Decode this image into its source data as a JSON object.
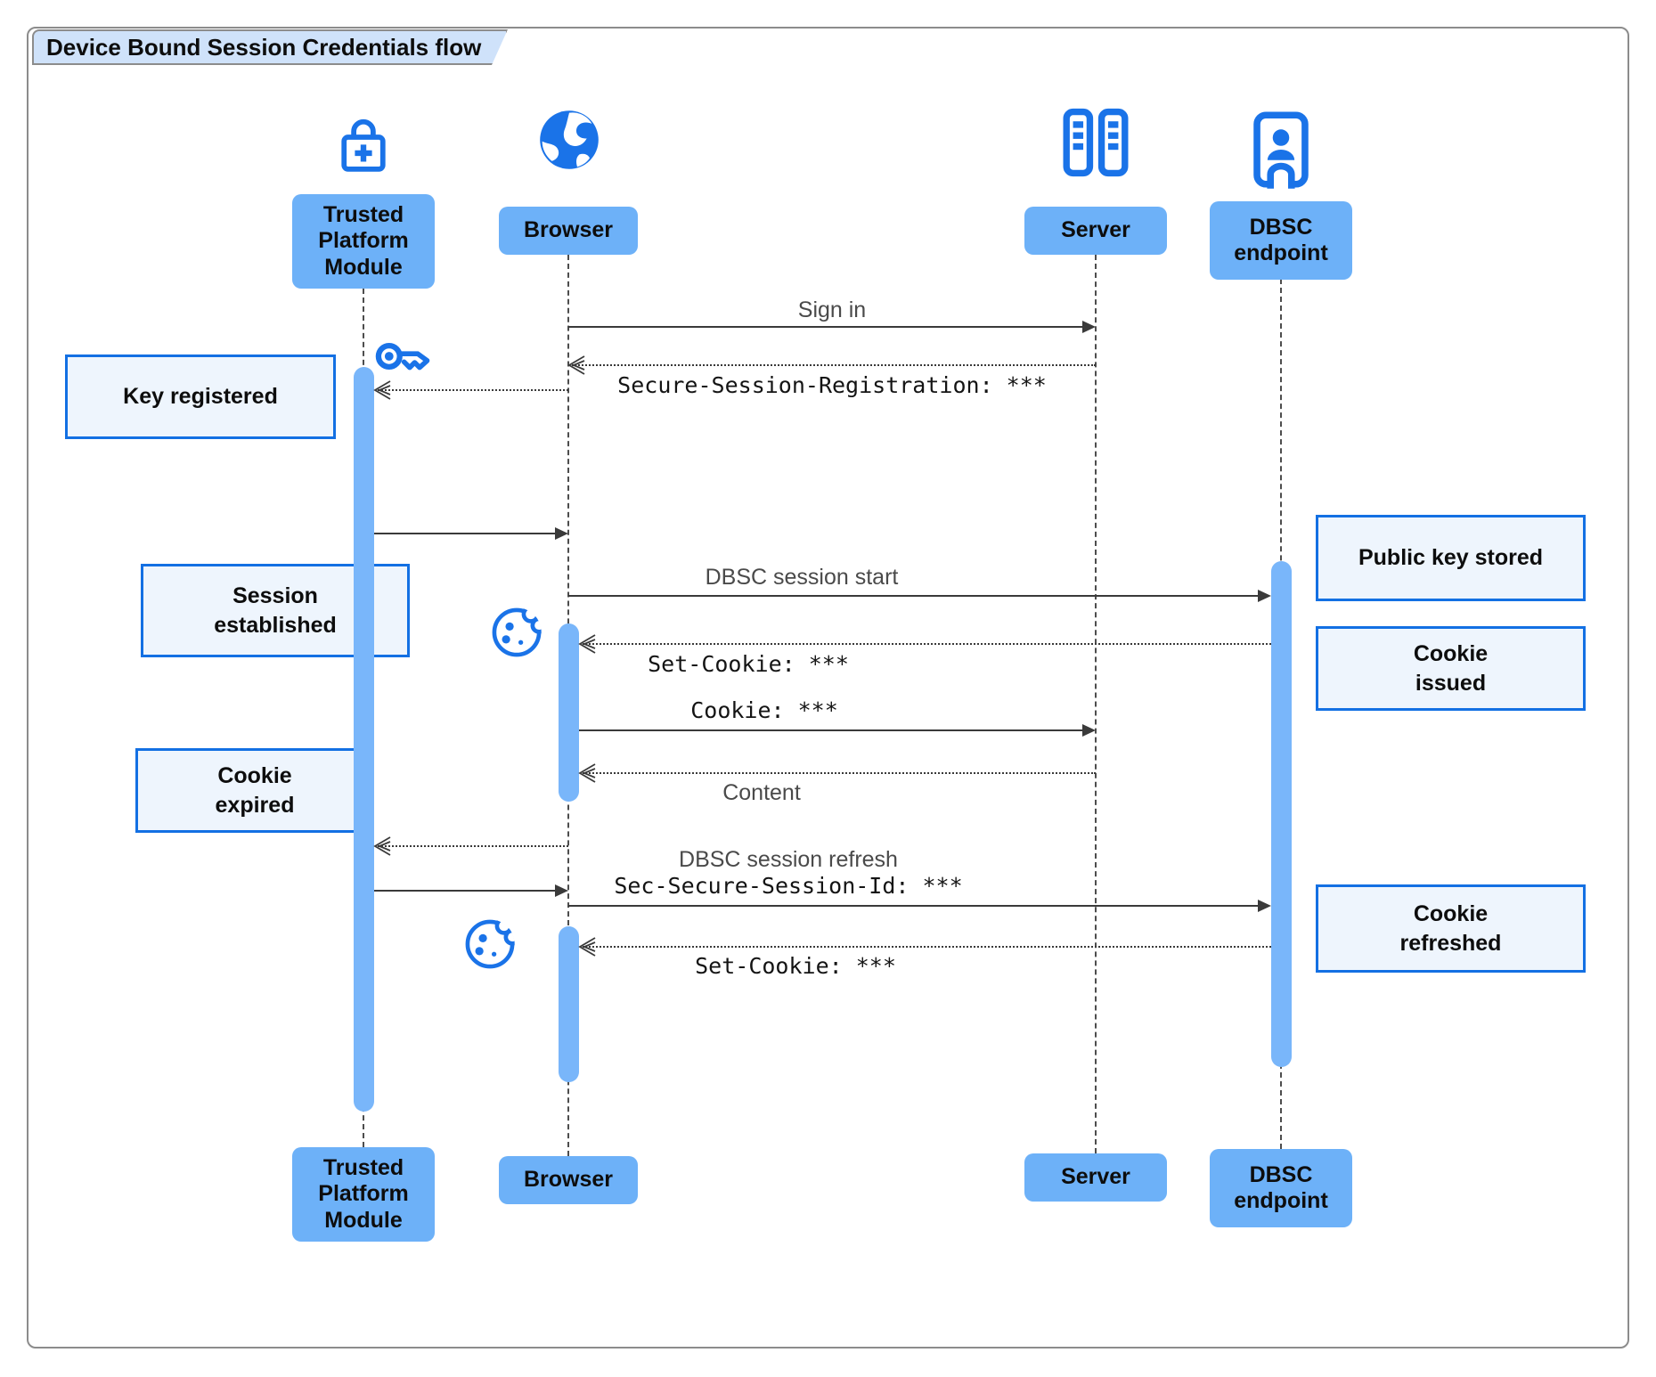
{
  "title": "Device Bound Session Credentials flow",
  "actors": [
    {
      "id": "tpm",
      "label": "Trusted\nPlatform\nModule",
      "icon": "lock-plus-icon"
    },
    {
      "id": "browser",
      "label": "Browser",
      "icon": "globe-icon"
    },
    {
      "id": "server",
      "label": "Server",
      "icon": "server-rack-icon"
    },
    {
      "id": "dbsc",
      "label": "DBSC\nendpoint",
      "icon": "endpoint-door-icon"
    }
  ],
  "messages": [
    {
      "id": "sign-in",
      "label": "Sign in",
      "from": "Browser",
      "to": "Server",
      "line": "solid",
      "font": "sans"
    },
    {
      "id": "secure-session-registration",
      "label": "Secure-Session-Registration: ***",
      "from": "Server",
      "to": "Browser",
      "line": "dotted",
      "font": "mono"
    },
    {
      "id": "browser-to-tpm-1",
      "label": "",
      "from": "Browser",
      "to": "Trusted Platform Module",
      "line": "dotted"
    },
    {
      "id": "tpm-to-browser-1",
      "label": "",
      "from": "Trusted Platform Module",
      "to": "Browser",
      "line": "solid"
    },
    {
      "id": "dbsc-session-start",
      "label": "DBSC session start",
      "from": "Browser",
      "to": "DBSC endpoint",
      "line": "solid",
      "font": "sans"
    },
    {
      "id": "set-cookie-1",
      "label": "Set-Cookie: ***",
      "from": "DBSC endpoint",
      "to": "Browser",
      "line": "dotted",
      "font": "mono"
    },
    {
      "id": "cookie",
      "label": "Cookie: ***",
      "from": "Browser",
      "to": "Server",
      "line": "solid",
      "font": "mono"
    },
    {
      "id": "content",
      "label": "Content",
      "from": "Server",
      "to": "Browser",
      "line": "dotted",
      "font": "sans"
    },
    {
      "id": "browser-to-tpm-2",
      "label": "",
      "from": "Browser",
      "to": "Trusted Platform Module",
      "line": "dotted"
    },
    {
      "id": "tpm-to-browser-2",
      "label": "",
      "from": "Trusted Platform Module",
      "to": "Browser",
      "line": "solid"
    },
    {
      "id": "dbsc-session-refresh",
      "label": "DBSC session refresh",
      "label2": "Sec-Secure-Session-Id: ***",
      "from": "Browser",
      "to": "DBSC endpoint",
      "line": "solid",
      "font": "sans+mono"
    },
    {
      "id": "set-cookie-2",
      "label": "Set-Cookie: ***",
      "from": "DBSC endpoint",
      "to": "Browser",
      "line": "dotted",
      "font": "mono"
    }
  ],
  "notes": [
    {
      "id": "key-registered",
      "label": "Key registered"
    },
    {
      "id": "session-established",
      "label": "Session\nestablished"
    },
    {
      "id": "cookie-expired",
      "label": "Cookie\nexpired"
    },
    {
      "id": "public-key-stored",
      "label": "Public key stored"
    },
    {
      "id": "cookie-issued",
      "label": "Cookie\nissued"
    },
    {
      "id": "cookie-refreshed",
      "label": "Cookie\nrefreshed"
    }
  ],
  "decorations": [
    {
      "id": "key",
      "icon": "key-icon"
    },
    {
      "id": "cookie-1",
      "icon": "cookie-icon"
    },
    {
      "id": "cookie-2",
      "icon": "cookie-icon"
    }
  ],
  "colors": {
    "accent": "#1a73e8",
    "actor_fill": "#6db1f8",
    "note_fill": "#eef5fd",
    "note_border": "#1370e3",
    "bar_fill": "#79b6fa",
    "title_fill": "#cfe2fa",
    "frame_border": "#8c8c8c",
    "arrow": "#3a3a3a",
    "label_gray": "#4a4a4a"
  }
}
